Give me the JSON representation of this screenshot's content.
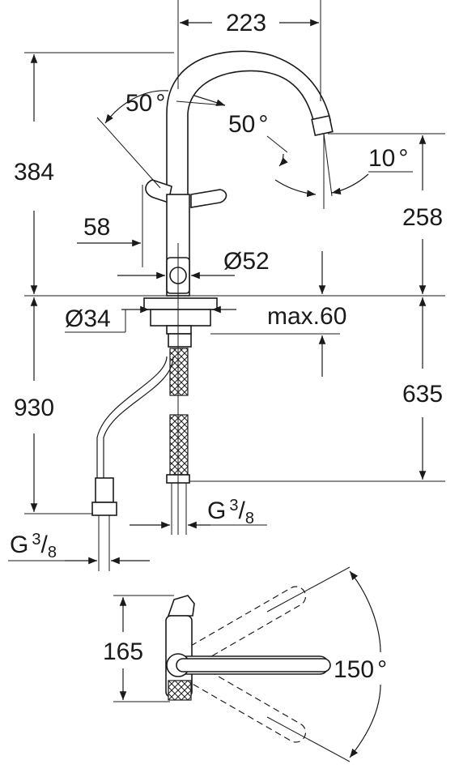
{
  "dimensions": {
    "width_223": "223",
    "height_384": "384",
    "angle_50_left": "50",
    "angle_50_right": "50",
    "degree_symbol": "°",
    "angle_10": "10",
    "height_258": "258",
    "offset_58": "58",
    "diameter_52": "Ø52",
    "diameter_34": "Ø34",
    "max_60": "max.60",
    "height_930": "930",
    "height_635": "635",
    "thread_g": "G",
    "thread_numerator": "3",
    "thread_slash": "/",
    "thread_denominator": "8",
    "depth_165": "165",
    "swivel_150": "150"
  },
  "colors": {
    "line": "#1a1a1a",
    "background": "#ffffff"
  }
}
